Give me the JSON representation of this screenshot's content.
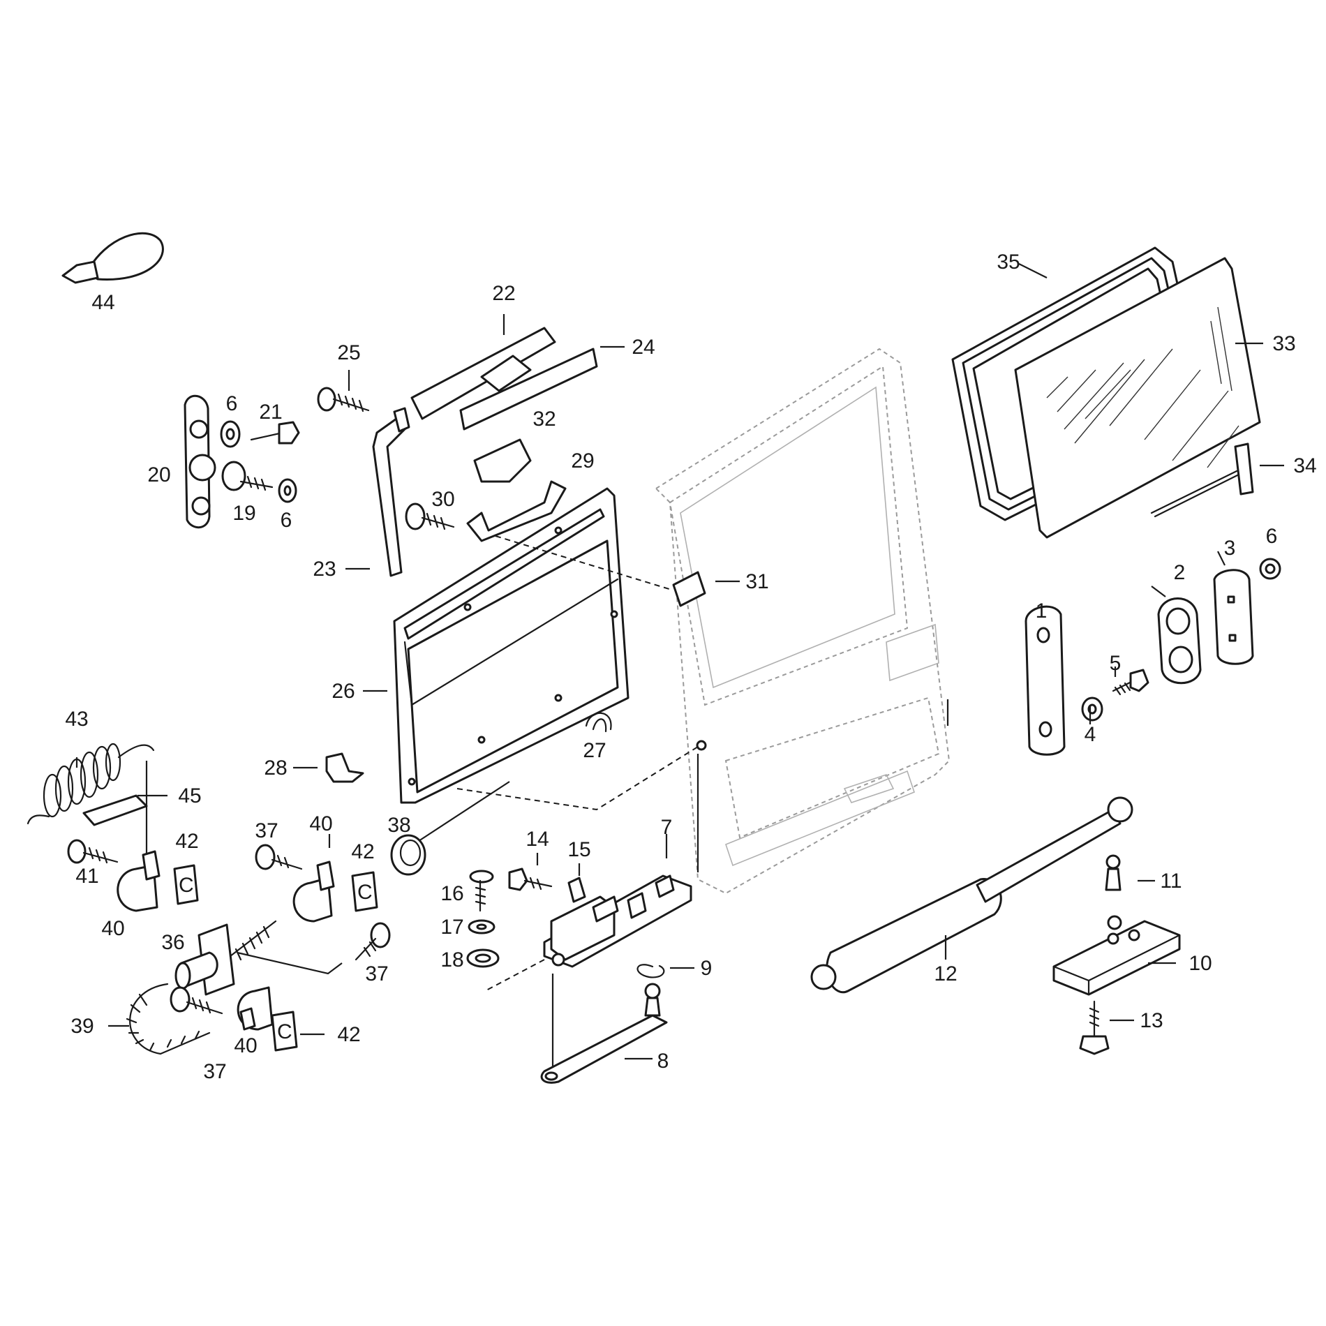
{
  "callouts": [
    {
      "id": "c1",
      "text": "1"
    },
    {
      "id": "c2",
      "text": "2"
    },
    {
      "id": "c3",
      "text": "3"
    },
    {
      "id": "c4",
      "text": "4"
    },
    {
      "id": "c5",
      "text": "5"
    },
    {
      "id": "c6a",
      "text": "6"
    },
    {
      "id": "c6b",
      "text": "6"
    },
    {
      "id": "c6c",
      "text": "6"
    },
    {
      "id": "c7",
      "text": "7"
    },
    {
      "id": "c8",
      "text": "8"
    },
    {
      "id": "c9",
      "text": "9"
    },
    {
      "id": "c10",
      "text": "10"
    },
    {
      "id": "c11",
      "text": "11"
    },
    {
      "id": "c12",
      "text": "12"
    },
    {
      "id": "c13",
      "text": "13"
    },
    {
      "id": "c14",
      "text": "14"
    },
    {
      "id": "c15",
      "text": "15"
    },
    {
      "id": "c16",
      "text": "16"
    },
    {
      "id": "c17",
      "text": "17"
    },
    {
      "id": "c18",
      "text": "18"
    },
    {
      "id": "c19",
      "text": "19"
    },
    {
      "id": "c20",
      "text": "20"
    },
    {
      "id": "c21",
      "text": "21"
    },
    {
      "id": "c22",
      "text": "22"
    },
    {
      "id": "c23",
      "text": "23"
    },
    {
      "id": "c24",
      "text": "24"
    },
    {
      "id": "c25",
      "text": "25"
    },
    {
      "id": "c26",
      "text": "26"
    },
    {
      "id": "c27",
      "text": "27"
    },
    {
      "id": "c28",
      "text": "28"
    },
    {
      "id": "c29",
      "text": "29"
    },
    {
      "id": "c30",
      "text": "30"
    },
    {
      "id": "c31",
      "text": "31"
    },
    {
      "id": "c32",
      "text": "32"
    },
    {
      "id": "c33",
      "text": "33"
    },
    {
      "id": "c34",
      "text": "34"
    },
    {
      "id": "c35",
      "text": "35"
    },
    {
      "id": "c36",
      "text": "36"
    },
    {
      "id": "c37a",
      "text": "37"
    },
    {
      "id": "c37b",
      "text": "37"
    },
    {
      "id": "c37c",
      "text": "37"
    },
    {
      "id": "c38",
      "text": "38"
    },
    {
      "id": "c39",
      "text": "39"
    },
    {
      "id": "c40a",
      "text": "40"
    },
    {
      "id": "c40b",
      "text": "40"
    },
    {
      "id": "c40c",
      "text": "40"
    },
    {
      "id": "c41",
      "text": "41"
    },
    {
      "id": "c42a",
      "text": "42"
    },
    {
      "id": "c42b",
      "text": "42"
    },
    {
      "id": "c42c",
      "text": "42"
    },
    {
      "id": "c43",
      "text": "43"
    },
    {
      "id": "c44",
      "text": "44"
    },
    {
      "id": "c45",
      "text": "45"
    }
  ],
  "colors": {
    "line": "#1a1a1a",
    "ghost": "#9a9a9a",
    "background": "#ffffff"
  }
}
